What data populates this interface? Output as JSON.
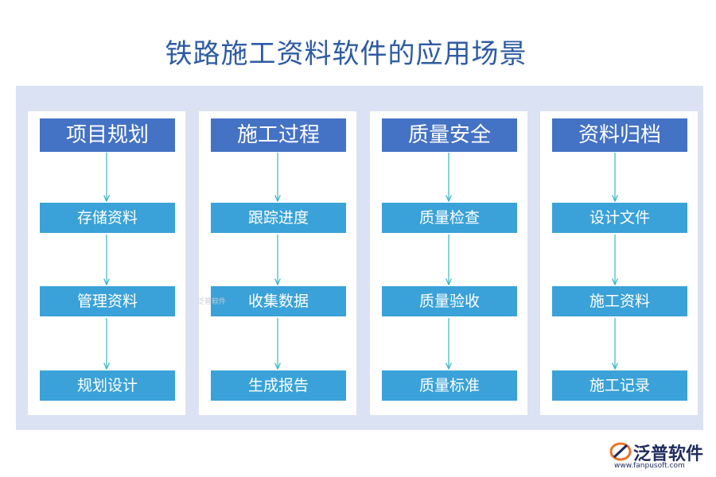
{
  "title": "铁路施工资料软件的应用场景",
  "columns": [
    {
      "header": "项目规划",
      "steps": [
        "存储资料",
        "管理资料",
        "规划设计"
      ]
    },
    {
      "header": "施工过程",
      "steps": [
        "跟踪进度",
        "收集数据",
        "生成报告"
      ]
    },
    {
      "header": "质量安全",
      "steps": [
        "质量检查",
        "质量验收",
        "质量标准"
      ]
    },
    {
      "header": "资料归档",
      "steps": [
        "设计文件",
        "施工资料",
        "施工记录"
      ]
    }
  ],
  "watermark": "泛普软件",
  "logo": {
    "name": "泛普软件",
    "url": "www.fanpusoft.com"
  },
  "colors": {
    "title": "#2e5ba3",
    "panel_background": "#dbe2f3",
    "header_fill": "#4472c4",
    "step_fill": "#3aa2d8",
    "arrow": "#37b8c6"
  }
}
